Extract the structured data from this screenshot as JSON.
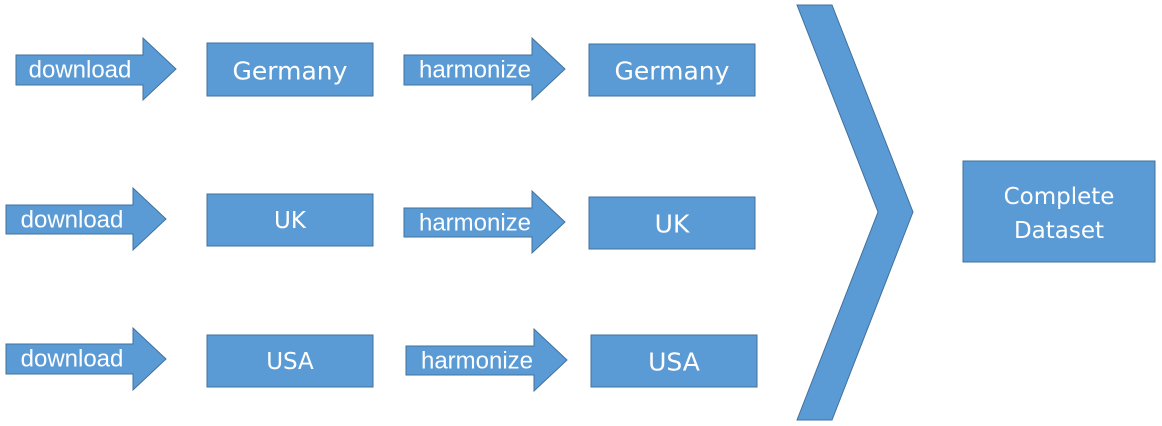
{
  "colors": {
    "fill": "#5b9bd5",
    "stroke": "#41719c",
    "text": "#ffffff"
  },
  "rows": [
    {
      "download_label": "download",
      "raw_label": "Germany",
      "harmonize_label": "harmonize",
      "harmonized_label": "Germany"
    },
    {
      "download_label": "download",
      "raw_label": "UK",
      "harmonize_label": "harmonize",
      "harmonized_label": "UK"
    },
    {
      "download_label": "download",
      "raw_label": "USA",
      "harmonize_label": "harmonize",
      "harmonized_label": "USA"
    }
  ],
  "merge_shape": "chevron-right",
  "output": {
    "line1": "Complete",
    "line2": "Dataset"
  }
}
